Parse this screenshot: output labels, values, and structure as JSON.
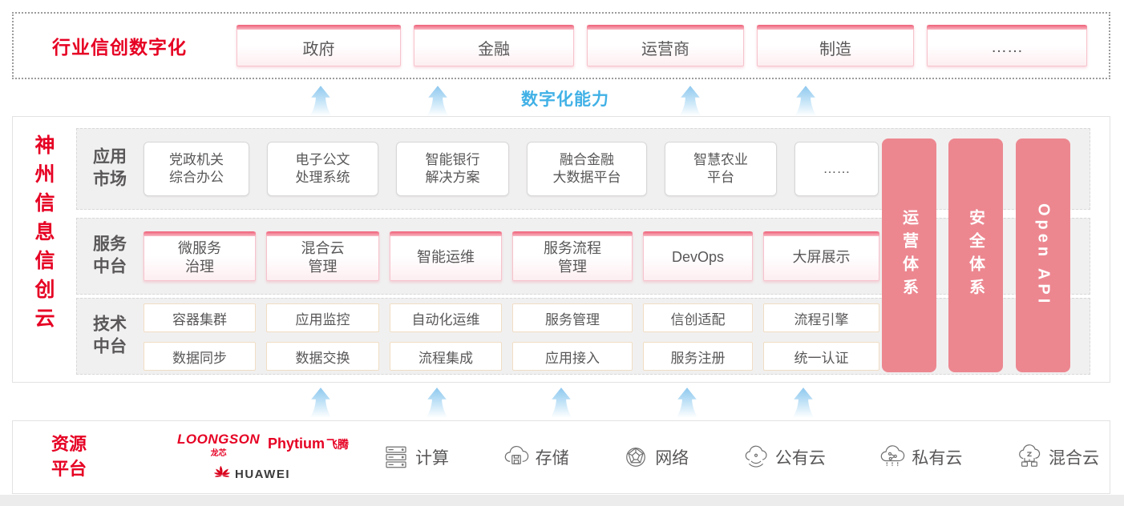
{
  "industry": {
    "label": "行业信创数字化",
    "items": [
      "政府",
      "金融",
      "运营商",
      "制造",
      "……"
    ]
  },
  "capability_label": "数字化能力",
  "platform": {
    "title": "神州信息信创云",
    "app_market": {
      "label": "应用\n市场",
      "items": [
        "党政机关\n综合办公",
        "电子公文\n处理系统",
        "智能银行\n解决方案",
        "融合金融\n大数据平台",
        "智慧农业\n平台",
        "……"
      ]
    },
    "service_platform": {
      "label": "服务\n中台",
      "items": [
        "微服务\n治理",
        "混合云\n管理",
        "智能运维",
        "服务流程\n管理",
        "DevOps",
        "大屏展示"
      ]
    },
    "tech_platform": {
      "label": "技术\n中台",
      "row1": [
        "容器集群",
        "应用监控",
        "自动化运维",
        "服务管理",
        "信创适配",
        "流程引擎"
      ],
      "row2": [
        "数据同步",
        "数据交换",
        "流程集成",
        "应用接入",
        "服务注册",
        "统一认证"
      ]
    },
    "side_bars": [
      "运营体系",
      "安全体系",
      "Open API"
    ]
  },
  "resources": {
    "label": "资源\n平台",
    "vendors": {
      "loongson": "LOONGSON",
      "loongson_cn": "龙芯",
      "phytium": "Phytium",
      "phytium_cn": "飞腾",
      "huawei": "HUAWEI"
    },
    "items": [
      {
        "icon": "server-icon",
        "label": "计算"
      },
      {
        "icon": "storage-cloud-icon",
        "label": "存储"
      },
      {
        "icon": "network-globe-icon",
        "label": "网络"
      },
      {
        "icon": "public-cloud-icon",
        "label": "公有云"
      },
      {
        "icon": "private-cloud-icon",
        "label": "私有云"
      },
      {
        "icon": "hybrid-cloud-icon",
        "label": "混合云"
      }
    ]
  },
  "colors": {
    "accent_red": "#e60023",
    "bar_pink": "#ec8790",
    "capability_blue": "#41b1e6"
  }
}
